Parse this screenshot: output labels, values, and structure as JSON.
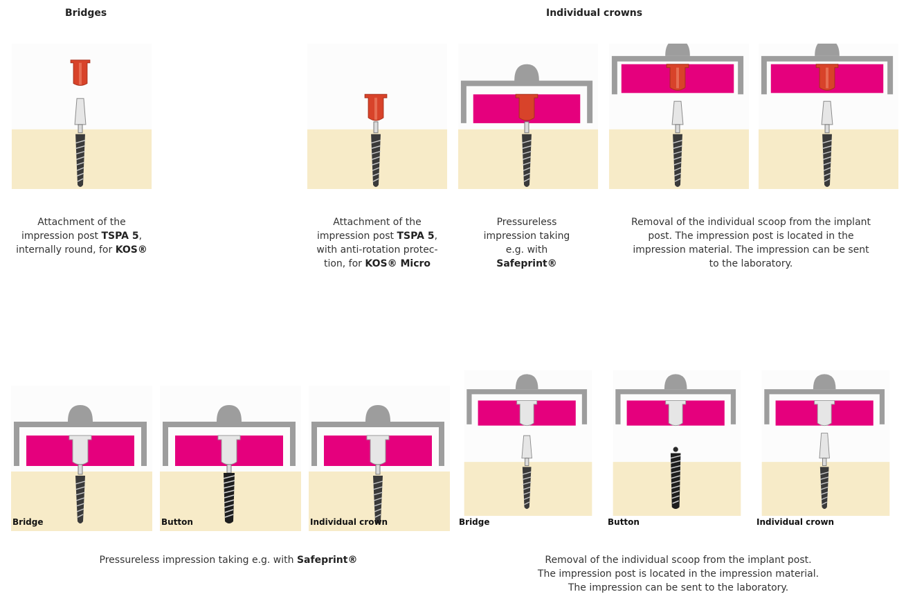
{
  "headings": {
    "bridges": "Bridges",
    "individual_crowns": "Individual crowns"
  },
  "captions": {
    "top_bridge": [
      "Attachment of the",
      "impression post ",
      "TSPA 5",
      ",",
      "internally round, for ",
      "KOS®"
    ],
    "top_crown_attach": [
      "Attachment of the",
      "impression post ",
      "TSPA 5",
      ",",
      "with anti-rotation protec-",
      "tion, for ",
      "KOS® Micro"
    ],
    "top_pressureless": [
      "Pressureless",
      "impression taking",
      "e.g. with",
      "Safeprint®"
    ],
    "top_removal": [
      "Removal of the individual scoop from the implant",
      "post. The impression post is located in the",
      "impression material. The impression can be sent",
      "to the laboratory."
    ],
    "bottom_pressureless": [
      "Pressureless impression taking e.g. with ",
      "Safeprint®"
    ],
    "bottom_removal": [
      "Removal of the individual scoop from the implant post.",
      "The impression post is located in the impression material.",
      "The impression can be sent to the laboratory."
    ]
  },
  "panel_labels": {
    "b1": "Bridge",
    "b2": "Button",
    "b3": "Individual crown",
    "b4": "Bridge",
    "b5": "Button",
    "b6": "Individual crown"
  },
  "colors": {
    "gum": "#f7ebc8",
    "impression_material": "#e5007d",
    "scoop": "#9d9d9d",
    "post_red": "#d8432a",
    "post_white": "#e6e6e6",
    "implant_dark": "#3a3a3a"
  }
}
